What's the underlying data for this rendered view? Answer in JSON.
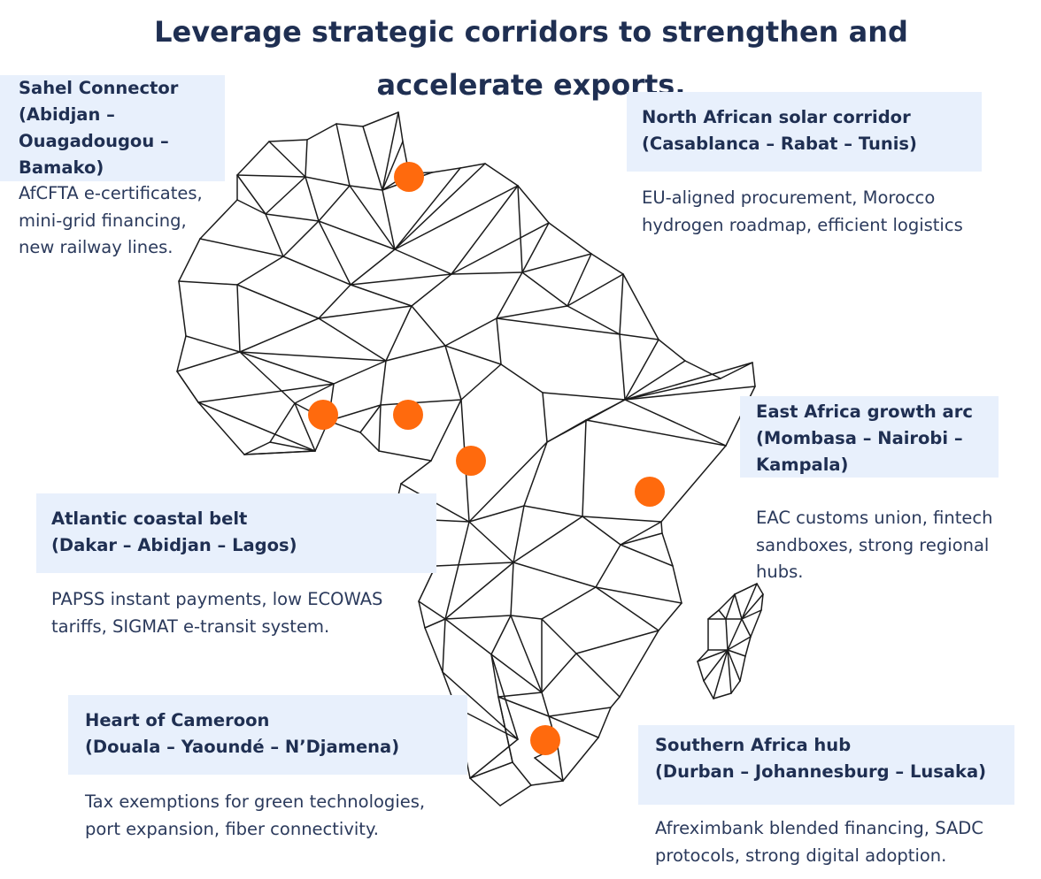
{
  "title": "Leverage strategic corridors to strengthen and accelerate exports.",
  "colors": {
    "title": "#1f2f52",
    "card_fill": "#e8f0fc",
    "hub_marker": "#ff6a0d",
    "map_lines": "#1b1b1b"
  },
  "corridors": [
    {
      "id": "sahel",
      "title_lines": [
        "Sahel Connector",
        "(Abidjan –",
        "Ouagadougou –",
        "Bamako)"
      ],
      "description": "AfCFTA e-certificates, mini-grid financing, new railway lines."
    },
    {
      "id": "north",
      "title_lines": [
        "North African solar corridor",
        "(Casablanca – Rabat – Tunis)"
      ],
      "description": "EU-aligned procurement, Morocco hydrogen roadmap, efficient logistics"
    },
    {
      "id": "east",
      "title_lines": [
        "East Africa growth arc",
        "(Mombasa – Nairobi –",
        "Kampala)"
      ],
      "description": "EAC customs union, fintech sandboxes, strong regional hubs."
    },
    {
      "id": "atlantic",
      "title_lines": [
        "Atlantic coastal belt",
        "(Dakar – Abidjan – Lagos)"
      ],
      "description": "PAPSS instant payments, low ECOWAS tariffs, SIGMAT e-transit system."
    },
    {
      "id": "cameroon",
      "title_lines": [
        "Heart of Cameroon",
        "(Douala – Yaoundé – N’Djamena)"
      ],
      "description": "Tax exemptions for green technologies, port expansion, fiber connectivity."
    },
    {
      "id": "southern",
      "title_lines": [
        "Southern Africa hub",
        "(Durban – Johannesburg – Lusaka)"
      ],
      "description": "Afreximbank blended financing, SADC protocols, strong digital adoption."
    }
  ]
}
